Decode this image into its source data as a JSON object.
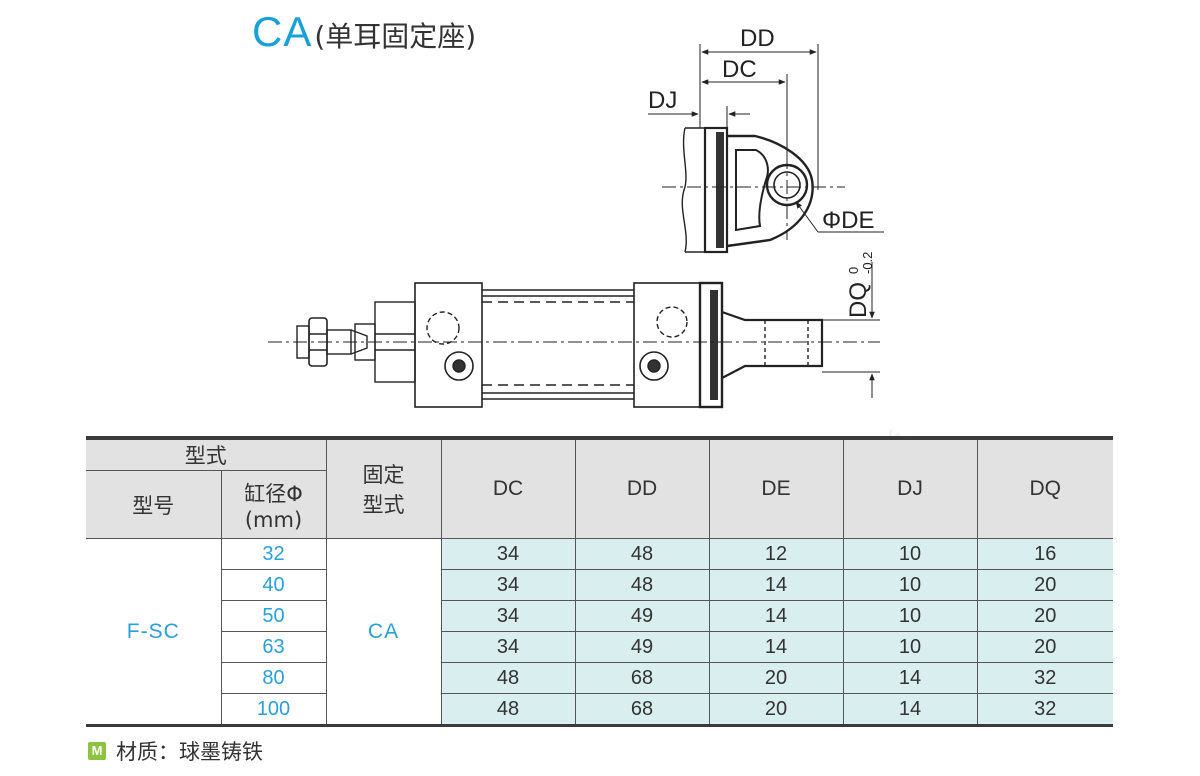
{
  "title": {
    "code": "CA",
    "subtitle": "(单耳固定座)"
  },
  "drawing": {
    "labels": {
      "dd": "DD",
      "dc": "DC",
      "dj": "DJ",
      "de": "ΦDE",
      "dq": "DQ",
      "dq_tol_upper": "0",
      "dq_tol_lower": "-0.2"
    }
  },
  "table": {
    "header": {
      "type_group": "型式",
      "model": "型号",
      "bore": "缸径Φ",
      "bore_unit": "(mm)",
      "mount_line1": "固定",
      "mount_line2": "型式",
      "cols": [
        "DC",
        "DD",
        "DE",
        "DJ",
        "DQ"
      ]
    },
    "model": "F-SC",
    "mount": "CA",
    "rows": [
      {
        "bore": "32",
        "DC": "34",
        "DD": "48",
        "DE": "12",
        "DJ": "10",
        "DQ": "16"
      },
      {
        "bore": "40",
        "DC": "34",
        "DD": "48",
        "DE": "14",
        "DJ": "10",
        "DQ": "20"
      },
      {
        "bore": "50",
        "DC": "34",
        "DD": "49",
        "DE": "14",
        "DJ": "10",
        "DQ": "20"
      },
      {
        "bore": "63",
        "DC": "34",
        "DD": "49",
        "DE": "14",
        "DJ": "10",
        "DQ": "20"
      },
      {
        "bore": "80",
        "DC": "48",
        "DD": "68",
        "DE": "20",
        "DJ": "14",
        "DQ": "32"
      },
      {
        "bore": "100",
        "DC": "48",
        "DD": "68",
        "DE": "20",
        "DJ": "14",
        "DQ": "32"
      }
    ]
  },
  "material": {
    "icon": "M",
    "text": "材质：球墨铸铁"
  },
  "colors": {
    "accent": "#18a0d8",
    "cell_fill": "#d9eeee",
    "header_fill": "#e2e2e2"
  }
}
